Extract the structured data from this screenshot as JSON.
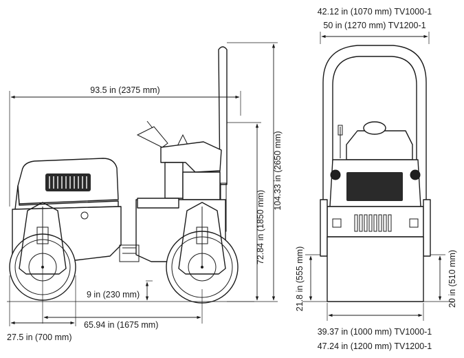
{
  "dimensions": {
    "overall_length": "93.5 in (2375 mm)",
    "overall_height": "104.33 in (2650 mm)",
    "seat_height": "72.84 in (1850 mm)",
    "ground_clearance": "9 in (230 mm)",
    "wheelbase": "65.94 in (1675 mm)",
    "drum_diameter": "27.5 in (700 mm)",
    "front_width_line1": "42.12 in (1070 mm) TV1000-1",
    "front_width_line2": "50 in (1270 mm) TV1200-1",
    "drum_width_line1": "39.37 in (1000 mm) TV1000-1",
    "drum_width_line2": "47.24 in (1200 mm) TV1200-1",
    "left_side_height": "21.8 in (555 mm)",
    "right_side_height": "20 in (510 mm)"
  },
  "colors": {
    "ink": "#1a1a1a",
    "background": "#ffffff"
  }
}
